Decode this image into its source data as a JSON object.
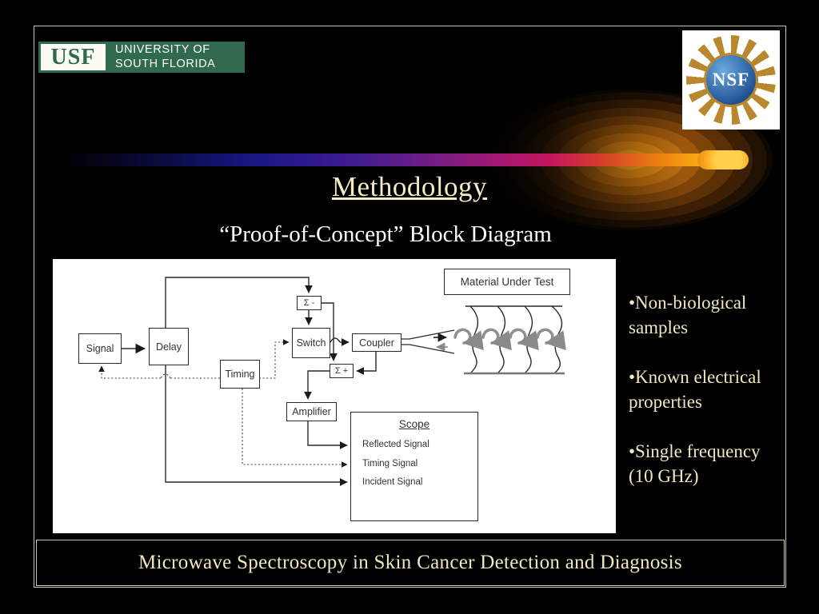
{
  "title": "Methodology",
  "subtitle": "“Proof-of-Concept” Block Diagram",
  "footer": "Microwave Spectroscopy in Skin Cancer Detection and Diagnosis",
  "logos": {
    "usf_abbr": "USF",
    "usf_line1": "UNIVERSITY OF",
    "usf_line2": "SOUTH FLORIDA",
    "nsf": "NSF"
  },
  "bullets": [
    "•Non-biological samples",
    "•Known electrical properties",
    "•Single frequency (10 GHz)"
  ],
  "diagram": {
    "signal": "Signal",
    "delay": "Delay",
    "timing": "Timing",
    "sigma_minus": "Σ -",
    "sigma_plus": "Σ +",
    "switch": "Switch",
    "coupler": "Coupler",
    "amplifier": "Amplifier",
    "material_under_test": "Material Under Test",
    "scope_title": "Scope",
    "scope_channels": [
      "Reflected Signal",
      "Timing Signal",
      "Incident Signal"
    ]
  },
  "colors": {
    "accent_cream": "#efe8c0",
    "usf_green": "#2d6a4f",
    "nsf_gold": "#b9872e",
    "nsf_blue": "#1d4f8f",
    "bar_magenta": "#c41560",
    "bar_orange": "#ffb514"
  }
}
